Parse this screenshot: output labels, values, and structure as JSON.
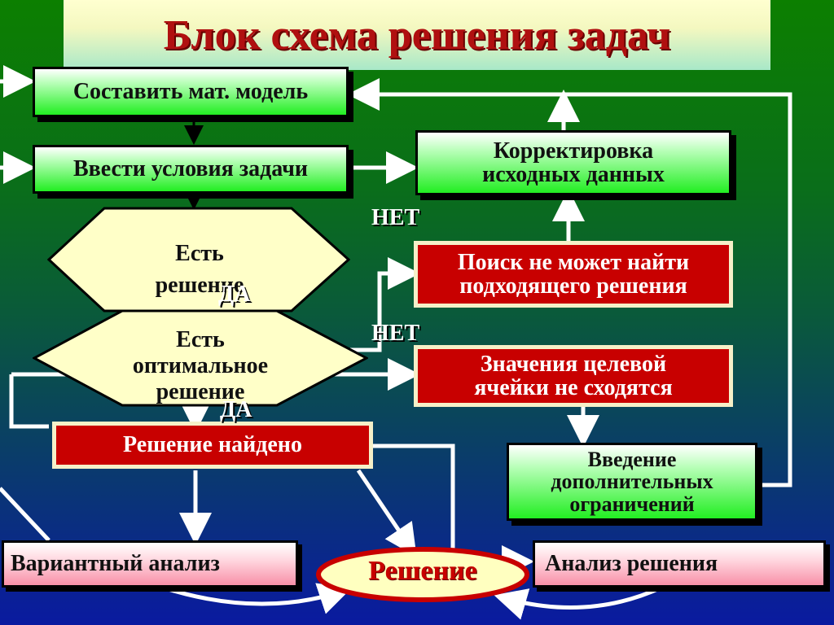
{
  "title": "Блок схема решения задач",
  "boxes": {
    "model": "Составить мат. модель",
    "conditions": "Ввести условия задачи",
    "correction": "Корректировка исходных данных",
    "not_found": "Поиск не может найти подходящего решения",
    "not_converge": "Значения целевой ячейки не сходятся",
    "extra_constraints": "Введение дополнительных ограничений",
    "found": "Решение найдено",
    "variant_analysis": "Вариантный анализ",
    "solution": "Решение",
    "solution_analysis": "Анализ решения"
  },
  "decisions": {
    "has_solution": "Есть решение",
    "has_optimal": "Есть оптимальное решение"
  },
  "labels": {
    "no1": "НЕТ",
    "no2": "НЕТ",
    "yes1": "ДА",
    "yes2": "ДА"
  },
  "colors": {
    "title": "#b01010",
    "green_box": "#22ee22",
    "red_box": "#c80000",
    "pink_box": "#f890a8",
    "hexagon": "#ffffc8"
  }
}
